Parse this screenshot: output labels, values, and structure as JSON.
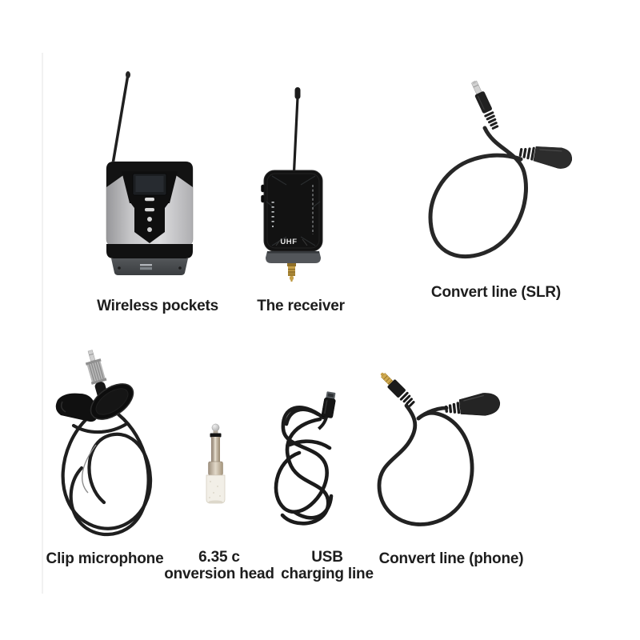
{
  "page": {
    "background": "#ffffff"
  },
  "products": {
    "wireless_pockets": {
      "label": "Wireless pockets"
    },
    "receiver": {
      "label": "The receiver",
      "badge": "UHF"
    },
    "convert_line_slr": {
      "label": "Convert line (SLR)"
    },
    "clip_microphone": {
      "label": "Clip microphone"
    },
    "conversion_head": {
      "label_line1": "6.35 c",
      "label_line2": "onversion head"
    },
    "usb_charging_line": {
      "label_line1": "USB",
      "label_line2": "charging line"
    },
    "convert_line_phone": {
      "label": "Convert line (phone)"
    }
  },
  "colors": {
    "label_text": "#1d1d1d",
    "cable_black": "#1f1f1f",
    "device_silver": "#c9c9cb",
    "device_black": "#141414",
    "gold_plug": "#b8963f",
    "adapter_body_white": "#f2efe7"
  }
}
